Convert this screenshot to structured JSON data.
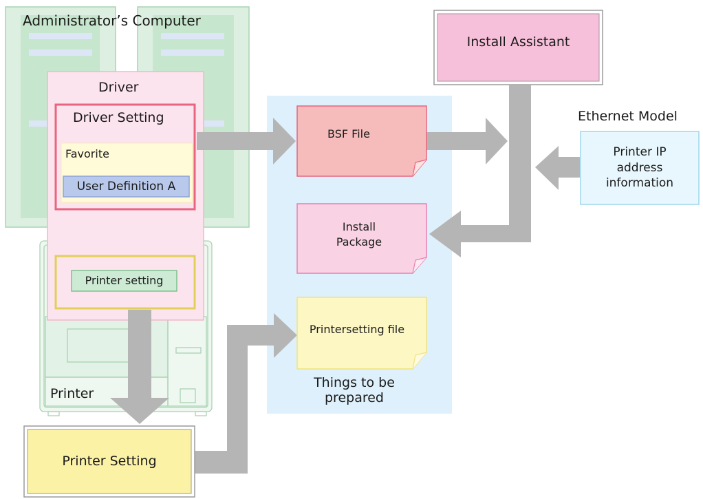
{
  "labels": {
    "admin_computer": "Administrator’s Computer",
    "driver": "Driver",
    "driver_setting": "Driver Setting",
    "favorite": "Favorite",
    "user_definition": "User Definition A",
    "printer_setting_small": "Printer setting",
    "printer": "Printer",
    "printer_setting_box": "Printer Setting",
    "install_assistant": "Install Assistant",
    "ethernet_model": "Ethernet Model",
    "printer_ip_info": "Printer IP address information",
    "bsf_file": "BSF File",
    "install_package": "Install Package",
    "printer_setting_file": "Printersetting file",
    "things_to_be_prepared": "Things to be prepared"
  },
  "colors": {
    "computer_fill": "#dcefe1",
    "computer_stroke": "#a9d4b3",
    "driver_fill": "#fce4ee",
    "driver_setting_stroke": "#e8647f",
    "favorite_fill": "#fffbd8",
    "user_def_fill": "#b9c9ec",
    "printer_setting_fill": "#cdebd4",
    "yellow_stroke": "#e2cf5a",
    "arrow_gray": "#b5b5b5",
    "prepared_bg": "#def0fb",
    "bsf_fill": "#f6bcbc",
    "install_pkg_fill": "#f9d3e4",
    "printer_file_fill": "#fdf7c4",
    "install_assistant_fill": "#f6bfda",
    "printer_setting_box_fill": "#fbf2a6",
    "ethernet_fill": "#e8f7fd",
    "ethernet_stroke": "#9ed7ea"
  }
}
